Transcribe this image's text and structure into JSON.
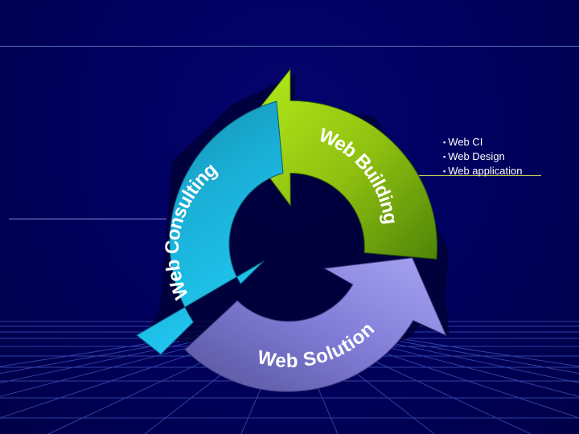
{
  "diagram": {
    "segments": [
      {
        "label": "Web Building",
        "color": "#9acb10"
      },
      {
        "label": "Web Solution",
        "color": "#8f8be0"
      },
      {
        "label": "Web Consulting",
        "color": "#1aa6cc"
      }
    ]
  },
  "details": {
    "items": [
      "Web CI",
      "Web Design",
      "Web application"
    ]
  }
}
